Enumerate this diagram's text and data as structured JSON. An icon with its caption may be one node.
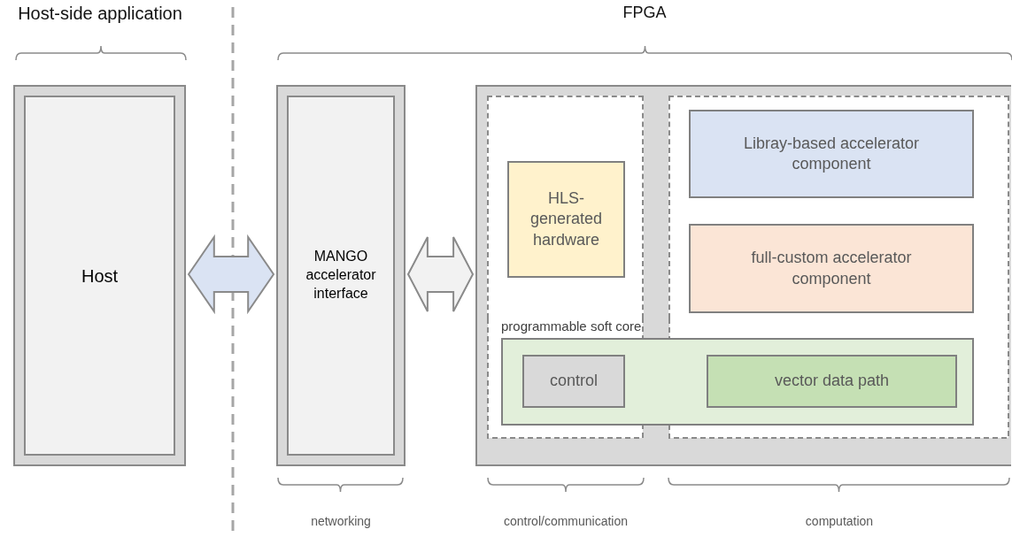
{
  "diagram": {
    "nodes": [
      {
        "text": [
          "Host"
        ]
      },
      {
        "text": [
          "MANGO accelerator interface"
        ]
      },
      {
        "text": [],
        "shape": "box"
      },
      {
        "text": [],
        "shape": "box",
        "in": 2
      },
      {
        "text": [],
        "shape": "box",
        "in": 2
      },
      {
        "text": [
          "HLS- generated hardware"
        ],
        "in": 3
      },
      {
        "text": [
          "Libray-based accelerator component"
        ],
        "in": 4
      },
      {
        "text": [
          "full-custom accelerator component"
        ],
        "in": 4
      },
      {
        "text": [
          "programmable soft core"
        ],
        "in": 2
      },
      {
        "text": [
          "control"
        ],
        "in": 8
      },
      {
        "text": [
          "vector data path"
        ],
        "in": 8
      }
    ],
    "edges": [
      {
        "from": 0,
        "to": 1,
        "arrow": "both",
        "style": "thick",
        "color": "#dae3f3"
      },
      {
        "from": 1,
        "to": 2,
        "arrow": "both",
        "style": "thick",
        "color": "#f2f2f2"
      }
    ],
    "labels": [
      "Host-side application",
      "FPGA",
      "networking",
      "control/communication",
      "computation"
    ]
  }
}
